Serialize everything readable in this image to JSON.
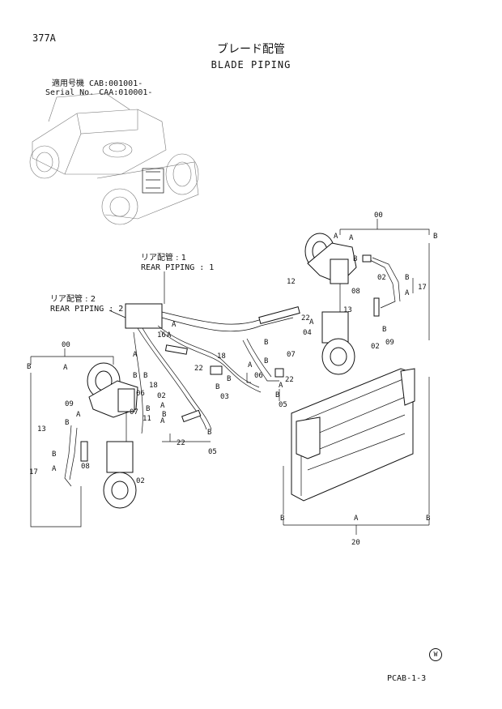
{
  "page": {
    "number": "377A",
    "title_jp": "ブレード配管",
    "title_en": "BLADE PIPING",
    "serial_line1": "適用号機  CAB:001001-",
    "serial_line2": "Serial No. CAA:010001-",
    "doc_code": "PCAB-1-3",
    "mark": "W"
  },
  "callouts": {
    "rear_piping_1_jp": "リア配管 : 1",
    "rear_piping_1_en": "REAR PIPING : 1",
    "rear_piping_2_jp": "リア配管 : 2",
    "rear_piping_2_en": "REAR PIPING : 2"
  },
  "part_labels": {
    "p00": "00",
    "p02": "02",
    "p03": "03",
    "p04": "04",
    "p05": "05",
    "p06": "06",
    "p07": "07",
    "p08": "08",
    "p09": "09",
    "p11": "11",
    "p12": "12",
    "p13": "13",
    "p16": "16",
    "p17": "17",
    "p18": "18",
    "p20": "20",
    "p22": "22",
    "ref_a": "A",
    "ref_b": "B"
  }
}
